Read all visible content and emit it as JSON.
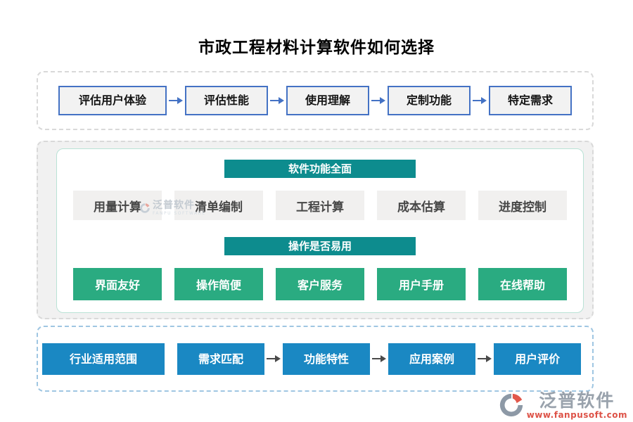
{
  "title": "市政工程材料计算软件如何选择",
  "top_flow": {
    "steps": [
      "评估用户体验",
      "评估性能",
      "使用理解",
      "定制功能",
      "特定需求"
    ]
  },
  "middle": {
    "section1_header": "软件功能全面",
    "features": [
      "用量计算",
      "清单编制",
      "工程计算",
      "成本估算",
      "进度控制"
    ],
    "section2_header": "操作是否易用",
    "usability": [
      "界面友好",
      "操作简便",
      "客户服务",
      "用户手册",
      "在线帮助"
    ]
  },
  "bottom_flow": {
    "steps": [
      "行业适用范围",
      "需求匹配",
      "功能特性",
      "应用案例",
      "用户评价"
    ]
  },
  "watermark": {
    "name": "泛普软件",
    "sub": "FANPU SOFTWARE"
  },
  "logo": {
    "name": "泛普软件",
    "url": "www.fanpusoft.com"
  },
  "colors": {
    "teal_header": "#0D8C8E",
    "green_box": "#2AAB81",
    "blue_box": "#1A88C3",
    "flow_box_border": "#4472C4",
    "flow_box_fill": "#F2F2F2",
    "gray_box_fill": "#F1F0EF",
    "arrow_blue": "#4472C4",
    "arrow_dark": "#4A4A4A",
    "bottom_dash_border": "#9FC6E2",
    "logo_red": "#DD5247",
    "logo_gray": "#99A2AC"
  }
}
